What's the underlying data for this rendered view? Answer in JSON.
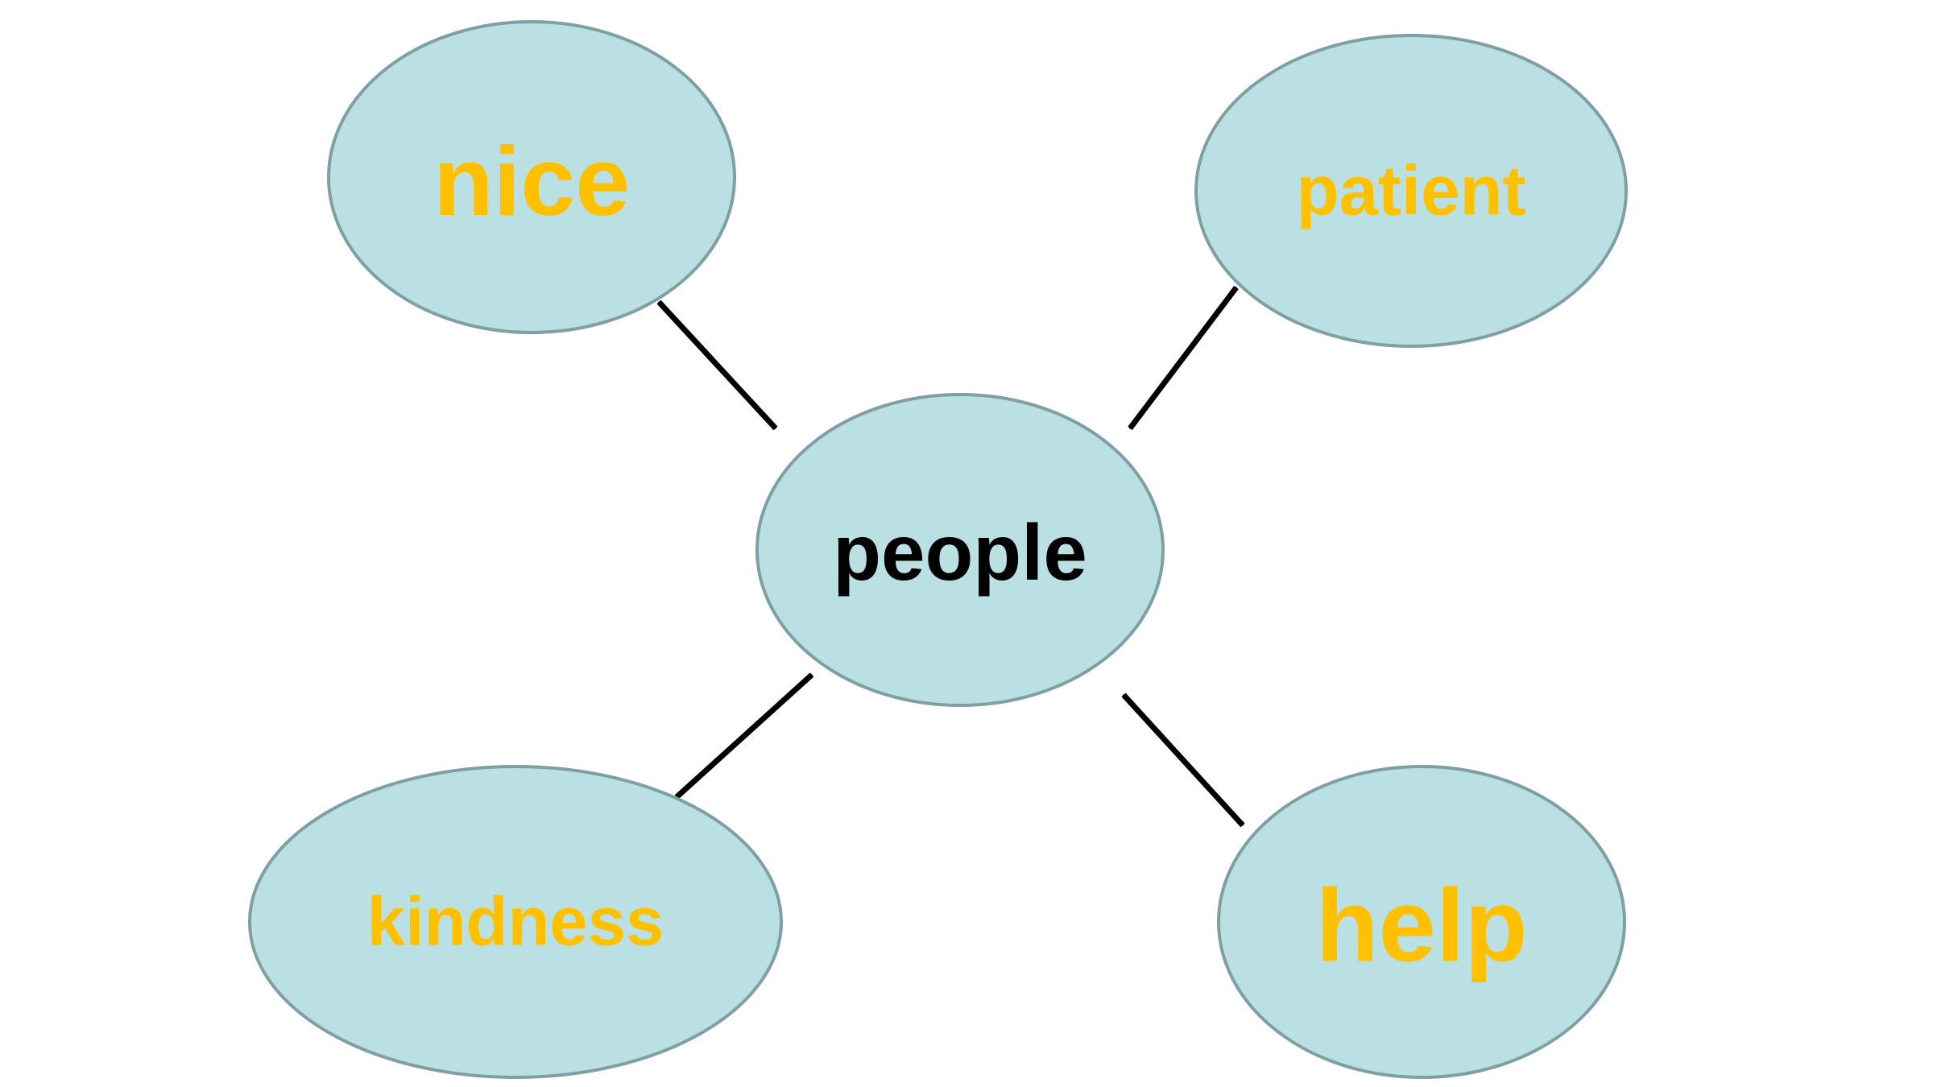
{
  "diagram": {
    "center": {
      "label": "people",
      "color": "#000000"
    },
    "nodes": [
      {
        "id": "nice",
        "label": "nice",
        "color": "#ffc000"
      },
      {
        "id": "patient",
        "label": "patient",
        "color": "#ffc000"
      },
      {
        "id": "kindness",
        "label": "kindness",
        "color": "#ffc000"
      },
      {
        "id": "help",
        "label": "help",
        "color": "#ffc000"
      }
    ],
    "edges": [
      {
        "from": "people",
        "to": "nice",
        "type": "bidirectional"
      },
      {
        "from": "people",
        "to": "patient",
        "type": "bidirectional"
      },
      {
        "from": "people",
        "to": "kindness",
        "type": "bidirectional"
      },
      {
        "from": "people",
        "to": "help",
        "type": "bidirectional"
      }
    ],
    "colors": {
      "node_fill": "#bbe0e3",
      "node_stroke": "#7f9fa5",
      "arrow": "#000000"
    }
  }
}
